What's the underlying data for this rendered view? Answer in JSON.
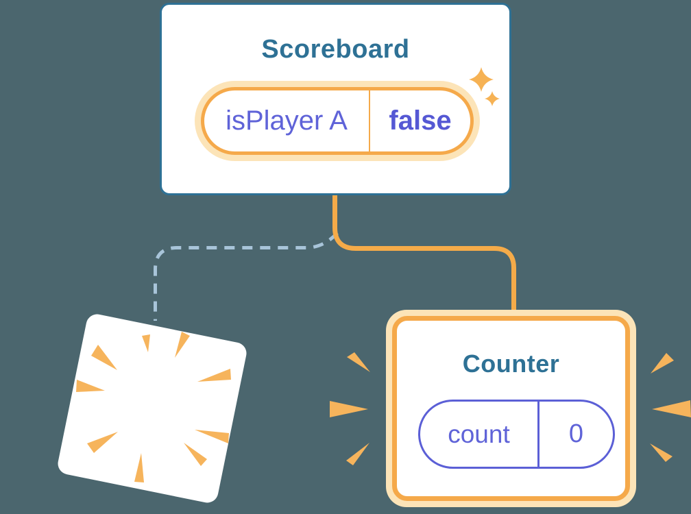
{
  "diagram": {
    "scoreboard": {
      "title": "Scoreboard",
      "state_key": "isPlayer A",
      "state_value": "false"
    },
    "counter": {
      "title": "Counter",
      "state_key": "count",
      "state_value": "0"
    }
  },
  "icons": {
    "sparkle": "sparkle-icon",
    "poof": "poof-destroyed-component-icon",
    "emphasis": "emphasis-rays-icon"
  },
  "colors": {
    "background": "#4b666e",
    "card_border_teal": "#2e7195",
    "title_teal": "#2e7195",
    "orange_border": "#f5a94a",
    "orange_glow": "#fce4b8",
    "orange_line": "#f5ab49",
    "ray_orange": "#f6b45c",
    "state_purple": "#5b5fd6",
    "dash_blue": "#a8c4d9",
    "card_fill": "#ffffff"
  }
}
